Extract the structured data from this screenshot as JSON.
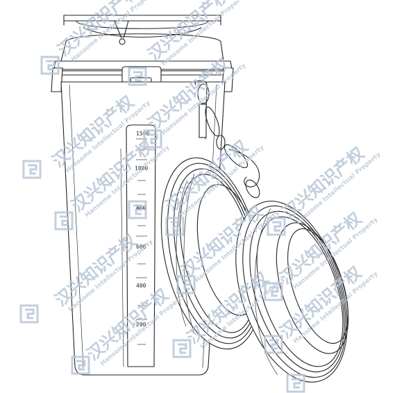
{
  "drawing": {
    "scale_marks": [
      "1500",
      "1000",
      "800",
      "600",
      "400",
      "200"
    ]
  },
  "watermark": {
    "brand_cn": "汉兴知识产权",
    "brand_en": "Hansome Intellectual Property"
  },
  "colors": {
    "line": "#222222",
    "watermark": "#b8c6d6",
    "background": "#ffffff"
  }
}
